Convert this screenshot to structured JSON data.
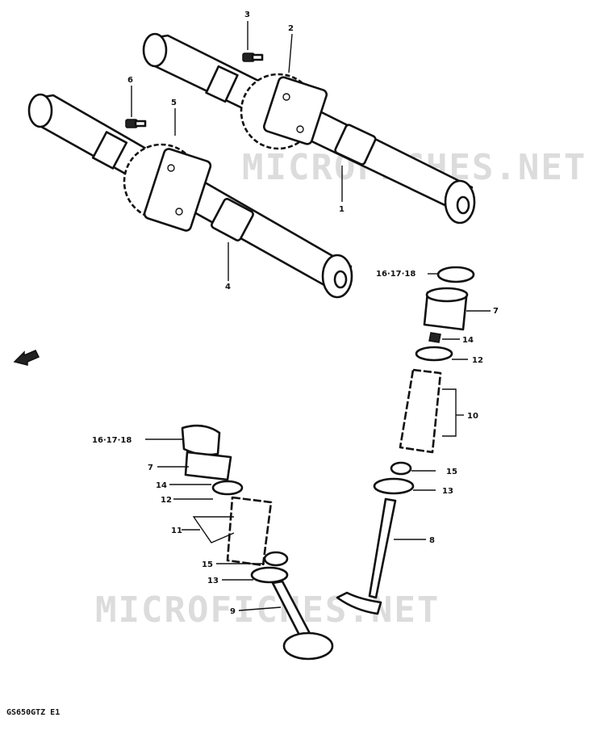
{
  "watermark": "MICROFICHES.NET",
  "model_code": "GS650GTZ E1",
  "callouts": {
    "c1": "1",
    "c2": "2",
    "c3": "3",
    "c4": "4",
    "c5": "5",
    "c6": "6",
    "c7a": "7",
    "c7b": "7",
    "c8": "8",
    "c9": "9",
    "c10": "10",
    "c11": "11",
    "c12a": "12",
    "c12b": "12",
    "c13a": "13",
    "c13b": "13",
    "c14a": "14",
    "c14b": "14",
    "c15a": "15",
    "c15b": "15",
    "c16a": "16·17·18",
    "c16b": "16·17·18"
  },
  "icons": {
    "front": "front-arrow-icon"
  }
}
